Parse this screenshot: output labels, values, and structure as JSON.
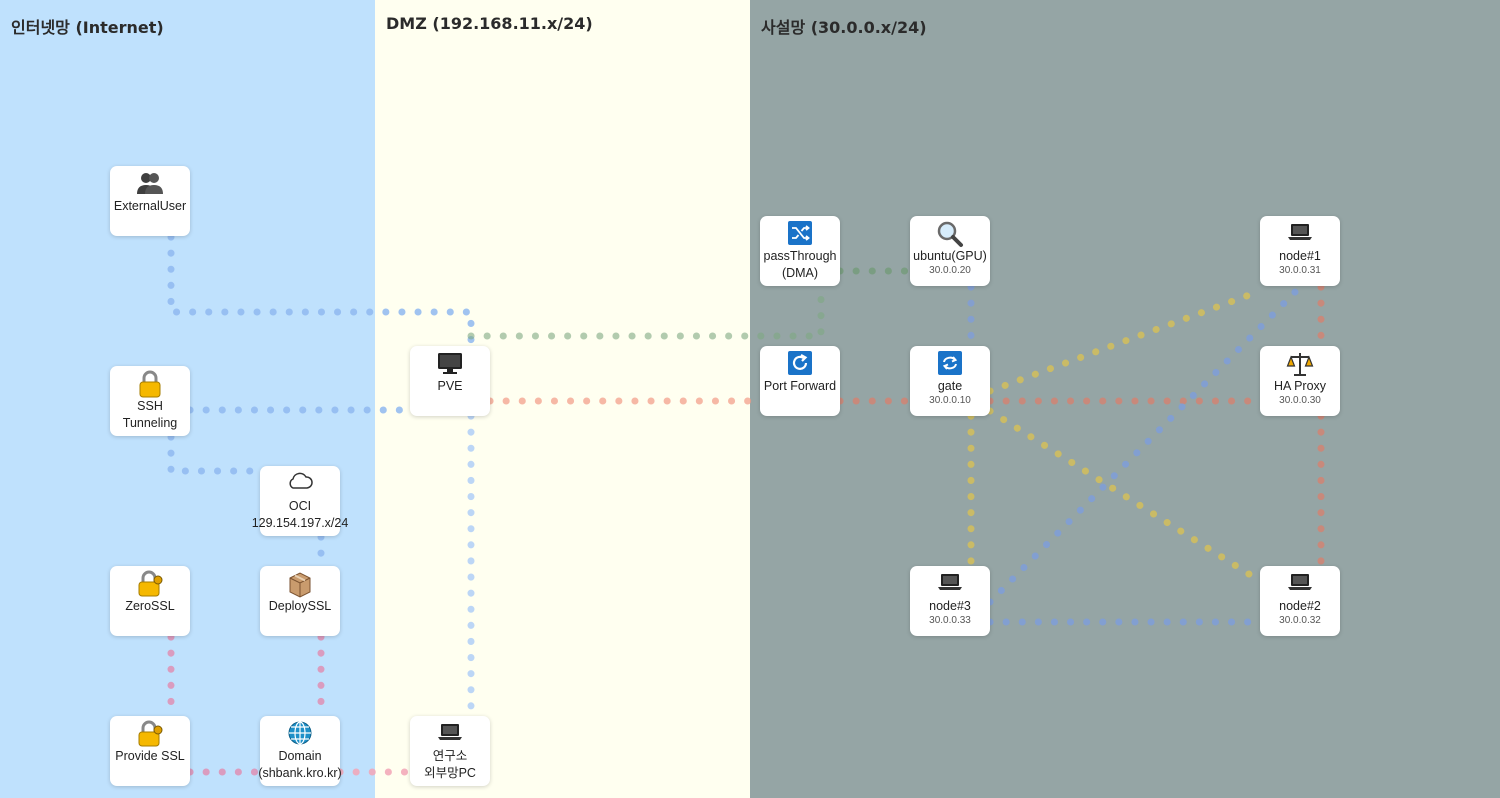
{
  "zones": {
    "internet": "인터넷망 (Internet)",
    "dmz": "DMZ (192.168.11.x/24)",
    "private": "사설망 (30.0.0.x/24)"
  },
  "colors": {
    "internet_bg": "#bfe1fd",
    "dmz_bg": "#fffff0",
    "private_bg": "#95a5a5",
    "link_blue": "#8fb8f0",
    "link_green": "#7fa882",
    "link_red": "#f29a84",
    "link_pink": "#de8fb4",
    "link_yellow": "#d4be5a",
    "link_bluegray": "#7f9ed8"
  },
  "nodes": {
    "external_user": {
      "label": "ExternalUser",
      "icon": "users-icon"
    },
    "ssh_tunneling": {
      "label": "SSH\nTunneling",
      "icon": "lock-icon"
    },
    "oci": {
      "label": "OCI\n129.154.197.x/24",
      "icon": "cloud-icon"
    },
    "zerossl": {
      "label": "ZeroSSL",
      "icon": "lock-key-icon"
    },
    "deployssl": {
      "label": "DeploySSL",
      "icon": "package-icon"
    },
    "provide_ssl": {
      "label": "Provide SSL",
      "icon": "lock-key-icon"
    },
    "domain": {
      "label": "Domain\n(shbank.kro.kr)",
      "icon": "globe-icon"
    },
    "pve": {
      "label": "PVE",
      "icon": "monitor-icon"
    },
    "lab_pc": {
      "label": "연구소\n외부망PC",
      "icon": "laptop-icon"
    },
    "passthrough": {
      "label": "passThrough\n(DMA)",
      "icon": "shuffle-icon"
    },
    "port_forward": {
      "label": "Port Forward",
      "icon": "refresh-icon"
    },
    "ubuntu_gpu": {
      "label": "ubuntu(GPU)",
      "ip": "30.0.0.20",
      "icon": "magnifier-icon"
    },
    "gate": {
      "label": "gate",
      "ip": "30.0.0.10",
      "icon": "sync-icon"
    },
    "node1": {
      "label": "node#1",
      "ip": "30.0.0.31",
      "icon": "laptop-icon"
    },
    "ha_proxy": {
      "label": "HA Proxy",
      "ip": "30.0.0.30",
      "icon": "scales-icon"
    },
    "node3": {
      "label": "node#3",
      "ip": "30.0.0.33",
      "icon": "laptop-icon"
    },
    "node2": {
      "label": "node#2",
      "ip": "30.0.0.32",
      "icon": "laptop-icon"
    }
  }
}
